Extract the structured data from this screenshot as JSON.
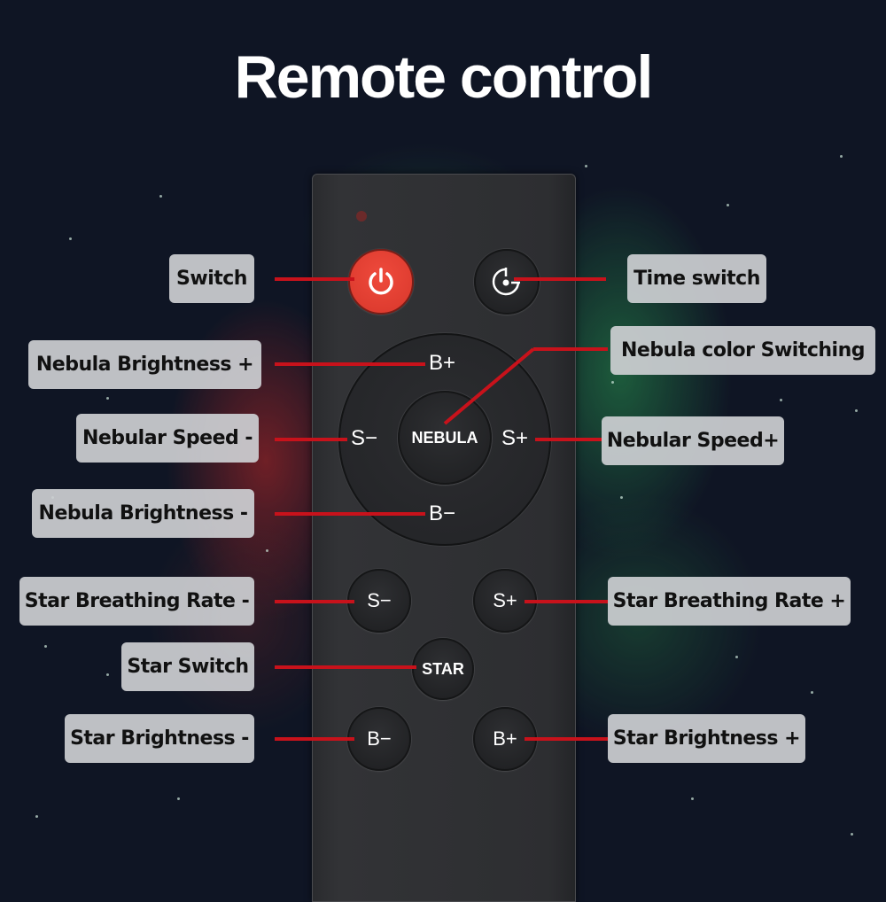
{
  "title": "Remote control",
  "colors": {
    "background": "#0f1524",
    "remote_body": "#2d2e31",
    "power_button": "#e2402f",
    "leader_line": "#c8121b",
    "label_bg": "#cdcfd2",
    "label_text": "#111111"
  },
  "remote": {
    "buttons": {
      "power": {
        "icon": "power-icon"
      },
      "timer": {
        "icon": "timer-icon"
      },
      "ring_b_plus": "B+",
      "ring_s_minus": "S−",
      "ring_s_plus": "S+",
      "ring_b_minus": "B−",
      "nebula": "NEBULA",
      "star_s_minus": "S−",
      "star_s_plus": "S+",
      "star": "STAR",
      "star_b_minus": "B−",
      "star_b_plus": "B+"
    }
  },
  "labels": {
    "switch": "Switch",
    "time_switch": "Time switch",
    "nebula_brightness_plus": "Nebula Brightness +",
    "nebula_color_switching": "Nebula color Switching",
    "nebular_speed_minus": "Nebular Speed -",
    "nebular_speed_plus": "Nebular Speed+",
    "nebula_brightness_minus": "Nebula Brightness -",
    "star_breathing_rate_minus": "Star Breathing Rate -",
    "star_breathing_rate_plus": "Star Breathing Rate +",
    "star_switch": "Star Switch",
    "star_brightness_minus": "Star Brightness -",
    "star_brightness_plus": "Star Brightness +"
  }
}
